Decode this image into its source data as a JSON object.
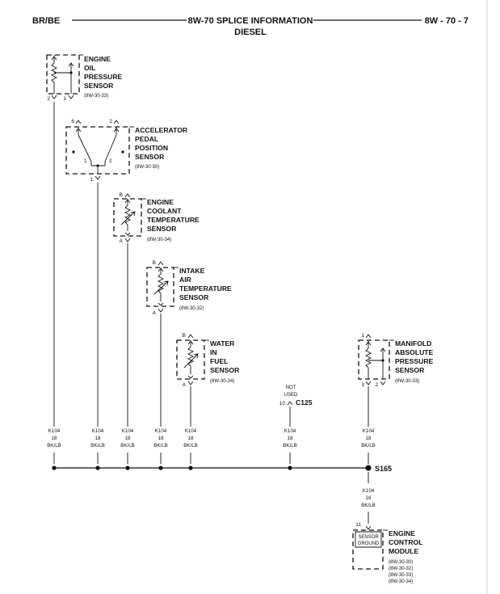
{
  "header": {
    "left": "BR/BE",
    "center_line1": "8W-70 SPLICE INFORMATION",
    "center_line2": "DIESEL",
    "right": "8W - 70 - 7"
  },
  "components": {
    "oil_pressure": {
      "lines": [
        "ENGINE",
        "OIL",
        "PRESSURE",
        "SENSOR"
      ],
      "ref": "(8W-30-33)",
      "pin_left": "2",
      "pin_right": "1"
    },
    "accel_pedal": {
      "lines": [
        "ACCELERATOR",
        "PEDAL",
        "POSITION",
        "SENSOR"
      ],
      "ref": "(8W-30-30)",
      "pin_top_left": "6",
      "pin_top_right": "2",
      "pin_inner_left": "1",
      "pin_inner_right": "2",
      "pin_bottom": "1"
    },
    "coolant_temp": {
      "lines": [
        "ENGINE",
        "COOLANT",
        "TEMPERATURE",
        "SENSOR"
      ],
      "ref": "(8W-30-34)",
      "pin_top": "B",
      "pin_bottom": "A"
    },
    "intake_air": {
      "lines": [
        "INTAKE",
        "AIR",
        "TEMPERATURE",
        "SENSOR"
      ],
      "ref": "(8W-30-32)",
      "pin_top": "B",
      "pin_bottom": "A"
    },
    "water_in_fuel": {
      "lines": [
        "WATER",
        "IN",
        "FUEL",
        "SENSOR"
      ],
      "ref": "(8W-30-34)",
      "pin_top": "B",
      "pin_bottom": "A"
    },
    "map_sensor": {
      "lines": [
        "MANIFOLD",
        "ABSOLUTE",
        "PRESSURE",
        "SENSOR"
      ],
      "ref": "(8W-30-33)",
      "pin_top": "1",
      "pin_left": "3",
      "pin_right": "2"
    },
    "ecm": {
      "lines": [
        "ENGINE",
        "CONTROL",
        "MODULE"
      ],
      "refs": [
        "(8W-30-30)",
        "(8W-30-32)",
        "(8W-30-33)",
        "(8W-30-34)"
      ],
      "inner_lines": [
        "SENSOR",
        "GROUND"
      ],
      "pin": "11"
    }
  },
  "connector_c125": {
    "note_lines": [
      "NOT",
      "USED"
    ],
    "pin": "10",
    "name": "C125"
  },
  "wire": {
    "circuit": "K104",
    "gauge": "18",
    "color": "BK/LB"
  },
  "splice": {
    "name": "S165"
  }
}
